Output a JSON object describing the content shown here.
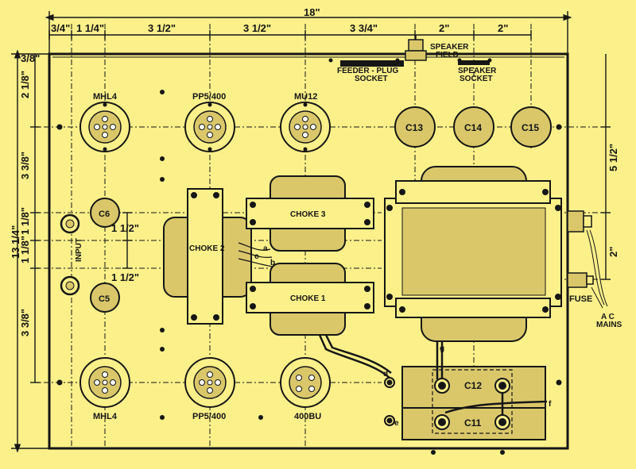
{
  "colors": {
    "paper": "#fbf08a",
    "ink": "#161616",
    "panel": "#fbf08a",
    "hatch": "#d9c76a"
  },
  "dimensions": {
    "overall_width": "18\"",
    "top_segments": [
      "3/4\"",
      "1 1/4\"",
      "3 1/2\"",
      "3 1/2\"",
      "3 3/4\"",
      "2\"",
      "2\""
    ],
    "top_margin": "3/8\"",
    "left_segments": [
      "2 1/8\"",
      "3 3/8\"",
      "1 1/8\"",
      "1 1/8\"",
      "3 3/8\""
    ],
    "overall_height": "13 1/4\"",
    "inner_c6": "1 1/2\"",
    "inner_c5": "1 1/2\"",
    "right_top": "5 1/2\"",
    "right_bottom": "2\""
  },
  "valves": {
    "top": [
      "MHL4",
      "PP5/400",
      "MU12"
    ],
    "bottom": [
      "MHL4",
      "PP5/400",
      "400BU"
    ]
  },
  "capacitors": {
    "top": [
      "C13",
      "C14",
      "C15"
    ],
    "left": [
      "C6",
      "C5"
    ],
    "block": [
      "C12",
      "C11"
    ]
  },
  "chokes": [
    "CHOKE 2",
    "CHOKE 3",
    "CHOKE 1"
  ],
  "sockets": {
    "feeder": [
      "FEEDER - PLUG",
      "SOCKET"
    ],
    "speaker_field": [
      "SPEAKER",
      "FIELD"
    ],
    "speaker": [
      "SPEAKER",
      "SOCKET"
    ]
  },
  "side_labels": {
    "input": "INPUT",
    "fuse": "FUSE",
    "mains": [
      "A C",
      "MAINS"
    ]
  },
  "terminals": {
    "a": "a",
    "b": "b",
    "c": "c",
    "d": "d",
    "e": "e",
    "f": "f",
    "g": "g"
  }
}
